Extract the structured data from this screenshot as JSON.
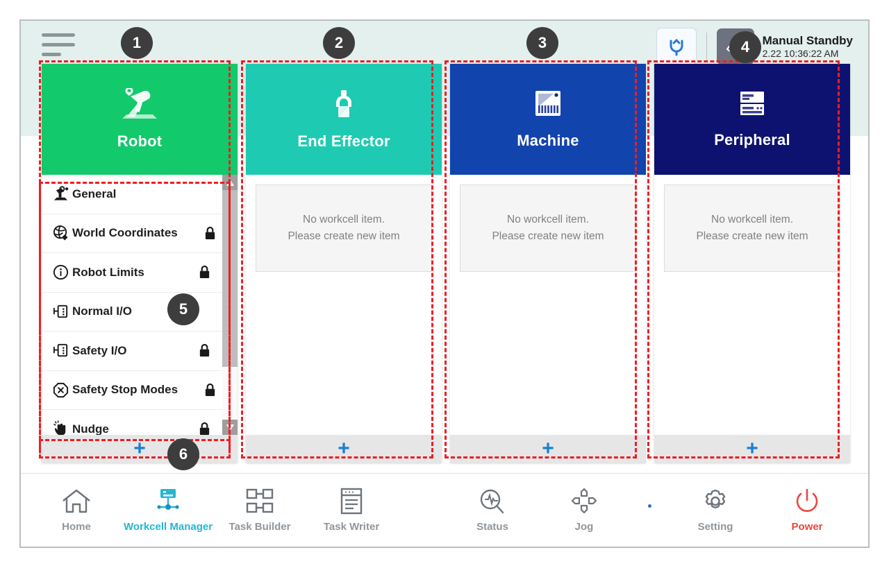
{
  "header": {
    "menu_icon": "hamburger-menu-icon",
    "reset_icon": "rotate-reset-icon",
    "mode_icon": "manual-hand-icon",
    "status_title": "Manual Standby",
    "status_time": "2.22 10:36:22 AM"
  },
  "columns": [
    {
      "title": "Robot",
      "icon": "robot-arm-icon",
      "color": "#12c96b",
      "add_label": "+",
      "type": "list",
      "items": [
        {
          "label": "General",
          "icon": "robot-arm-icon",
          "locked": false
        },
        {
          "label": "World Coordinates",
          "icon": "globe-icon",
          "locked": true
        },
        {
          "label": "Robot Limits",
          "icon": "circle-dots-icon",
          "locked": true,
          "lock_right": true
        },
        {
          "label": "Normal I/O",
          "icon": "io-plug-icon",
          "locked": false
        },
        {
          "label": "Safety I/O",
          "icon": "io-plug-icon",
          "locked": true,
          "lock_right": true
        },
        {
          "label": "Safety Stop Modes",
          "icon": "octagon-x-icon",
          "locked": true
        },
        {
          "label": "Nudge",
          "icon": "hand-nudge-icon",
          "locked": true,
          "lock_right": true
        }
      ]
    },
    {
      "title": "End Effector",
      "icon": "gripper-icon",
      "color": "#1ecbb2",
      "add_label": "+",
      "type": "empty",
      "empty_line1": "No workcell item.",
      "empty_line2": "Please create new item"
    },
    {
      "title": "Machine",
      "icon": "machine-icon",
      "color": "#1244ad",
      "add_label": "+",
      "type": "empty",
      "empty_line1": "No workcell item.",
      "empty_line2": "Please create new item"
    },
    {
      "title": "Peripheral",
      "icon": "server-rack-icon",
      "color": "#0d1270",
      "add_label": "+",
      "type": "empty",
      "empty_line1": "No workcell item.",
      "empty_line2": "Please create new item"
    }
  ],
  "nav_left": [
    {
      "label": "Home",
      "icon": "home-icon",
      "active": false
    },
    {
      "label": "Workcell Manager",
      "icon": "workcell-icon",
      "active": true
    },
    {
      "label": "Task Builder",
      "icon": "task-builder-icon",
      "active": false
    },
    {
      "label": "Task Writer",
      "icon": "task-writer-icon",
      "active": false
    }
  ],
  "nav_right": [
    {
      "label": "Status",
      "icon": "status-scope-icon",
      "active": false
    },
    {
      "label": "Jog",
      "icon": "jog-arrows-icon",
      "active": false
    },
    {
      "label": "Setting",
      "icon": "gear-icon",
      "active": false
    },
    {
      "label": "Power",
      "icon": "power-icon",
      "active": false
    }
  ],
  "annotations": [
    {
      "number": "1"
    },
    {
      "number": "2"
    },
    {
      "number": "3"
    },
    {
      "number": "4"
    },
    {
      "number": "5"
    },
    {
      "number": "6"
    }
  ]
}
